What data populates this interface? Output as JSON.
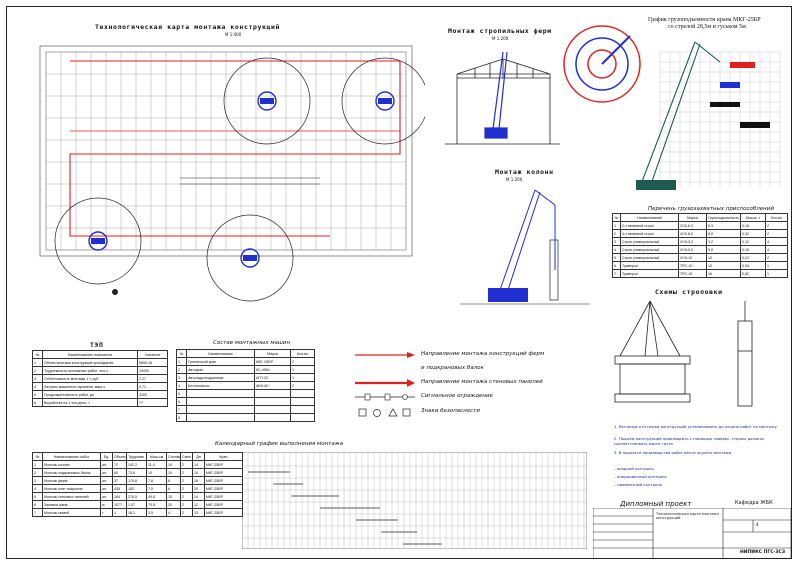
{
  "sheet": {
    "main_title": "Технологическая карта монтажа конструкций",
    "main_scale": "М 1:400",
    "truss_title": "Монтаж стропильных ферм",
    "truss_scale": "М 1:200",
    "column_title": "Монтаж колонн",
    "column_scale": "М 1:200",
    "crane_graph_title_1": "График грузоподъемности крана МКГ-25БР",
    "crane_graph_title_2": "со стрелой 28,5м и гуськом 5м",
    "rig_table_title": "Перечень грузозахватных приспособлений",
    "sling_title": "Схемы строповки",
    "tep_title": "ТЭП",
    "machines_title": "Состав монтажных машин",
    "schedule_title": "Календарный график выполнения монтажа",
    "thesis_label": "Дипломный проект",
    "corner_code": "Кафедра ЖБК",
    "drawing_name": "Технологическая карта монтажа конструкций",
    "org": "НИПИКС ПГС-3СЗ",
    "sheet_no": "4"
  },
  "legend": [
    {
      "label": "Направление монтажа конструкций ферм",
      "kind": "red-arrow"
    },
    {
      "label": "и подкрановых балок",
      "kind": "none"
    },
    {
      "label": "Направление монтажа стеновых панелей",
      "kind": "red-arrow-thick"
    },
    {
      "label": "Сигнальное ограждение",
      "kind": "fence"
    },
    {
      "label": "Знаки безопасности",
      "kind": "signs"
    }
  ],
  "tep_table": {
    "headers": [
      "№",
      "Наименование показателя",
      "Значение"
    ],
    "rows": [
      [
        "1",
        "Объем монтажа конструкций промздания",
        "5890,16"
      ],
      [
        "2",
        "Трудоемкость монтажных работ, чел-ч",
        "19000"
      ],
      [
        "3",
        "Себестоимость монтажа 1 т, руб",
        "2,27"
      ],
      [
        "4",
        "Затраты машинного времени, маш-ч",
        "0,71"
      ],
      [
        "5",
        "Продолжительность работ, дн",
        "3300"
      ],
      [
        "6",
        "Выработка на 1 чел-день, т",
        "77"
      ]
    ]
  },
  "machines_table": {
    "headers": [
      "№",
      "Наименование",
      "Марка",
      "Кол-во"
    ],
    "rows": [
      [
        "1",
        "Гусеничный кран",
        "МКГ-25БР",
        "2"
      ],
      [
        "2",
        "Автокран",
        "КС-4561",
        "1"
      ],
      [
        "3",
        "Автогидроподъемник",
        "АГП-22",
        "1"
      ],
      [
        "4",
        "Бетононасос",
        "АБН-60",
        "2"
      ],
      [
        "5",
        "",
        "",
        ""
      ],
      [
        "6",
        "",
        "",
        ""
      ],
      [
        "7",
        "",
        "",
        ""
      ],
      [
        "8",
        "",
        "",
        ""
      ]
    ]
  },
  "rig_table": {
    "headers": [
      "№",
      "Наименование",
      "Марка",
      "Грузоподъемность, т",
      "Масса, т",
      "Кол-во"
    ],
    "rows": [
      [
        "1",
        "2-х ветвевой строп",
        "2СК-6,3",
        "6,3",
        "0,18",
        "2"
      ],
      [
        "2",
        "4-х ветвевой строп",
        "4СК-8,0",
        "8,0",
        "0,32",
        "2"
      ],
      [
        "3",
        "Строп универсальный",
        "УСК-3,2",
        "3,2",
        "0,12",
        "4"
      ],
      [
        "4",
        "Строп универсальный",
        "УСК-5,0",
        "5,0",
        "0,15",
        "4"
      ],
      [
        "5",
        "Строп универсальный",
        "УСК-10",
        "10",
        "0,21",
        "2"
      ],
      [
        "6",
        "Траверса",
        "ТРС-10",
        "10",
        "0,54",
        "1"
      ],
      [
        "7",
        "Траверса",
        "ТРС-16",
        "16",
        "0,82",
        "1"
      ]
    ]
  },
  "schedule_table": {
    "headers": [
      "№",
      "Наименование работ",
      "Ед.",
      "Объем",
      "Трудоемк.",
      "Маш-см",
      "Состав",
      "Смен",
      "Дн",
      "Кран"
    ],
    "rows": [
      [
        "1",
        "Монтаж колонн",
        "шт",
        "72",
        "142,2",
        "11,4",
        "10",
        "2",
        "14",
        "МКГ-25БР"
      ],
      [
        "2",
        "Монтаж подкрановых балок",
        "шт",
        "60",
        "73,6",
        "10",
        "10",
        "2",
        "10",
        "МКГ-25БР"
      ],
      [
        "3",
        "Монтаж ферм",
        "шт",
        "37",
        "170,8",
        "7,8",
        "6",
        "2",
        "16",
        "МКГ-25БР"
      ],
      [
        "4",
        "Монтаж плит покрытия",
        "шт",
        "435",
        "183",
        "7,5",
        "6",
        "2",
        "20",
        "МКГ-25БР"
      ],
      [
        "5",
        "Монтаж стеновых панелей",
        "шт",
        "184",
        "276,5",
        "49,8",
        "15",
        "2",
        "14",
        "МКГ-25БР"
      ],
      [
        "6",
        "Заливка швов",
        "м",
        "1077",
        "1,07",
        "70,5",
        "20",
        "2",
        "12",
        "МКГ-25БР"
      ],
      [
        "7",
        "Монтаж связей",
        "т",
        "1",
        "18,1",
        "3,5",
        "4",
        "2",
        "13",
        "МКГ-25БР"
      ]
    ]
  },
  "notes": [
    "1. Расчалки и оттяжки конструкций устанавливать до начала работ по монтажу",
    "2. Подъем конструкций производить с помощью траверс, стропы должны соответствовать массе груза",
    "3. В процессе производства работ вести журнал монтажа",
    "– входной контроль",
    "– операционный контроль",
    "– приемочный контроль"
  ],
  "colors": {
    "line": "#222222",
    "red": "#e02020",
    "blue": "#1f2fd0",
    "grid": "#555555"
  }
}
